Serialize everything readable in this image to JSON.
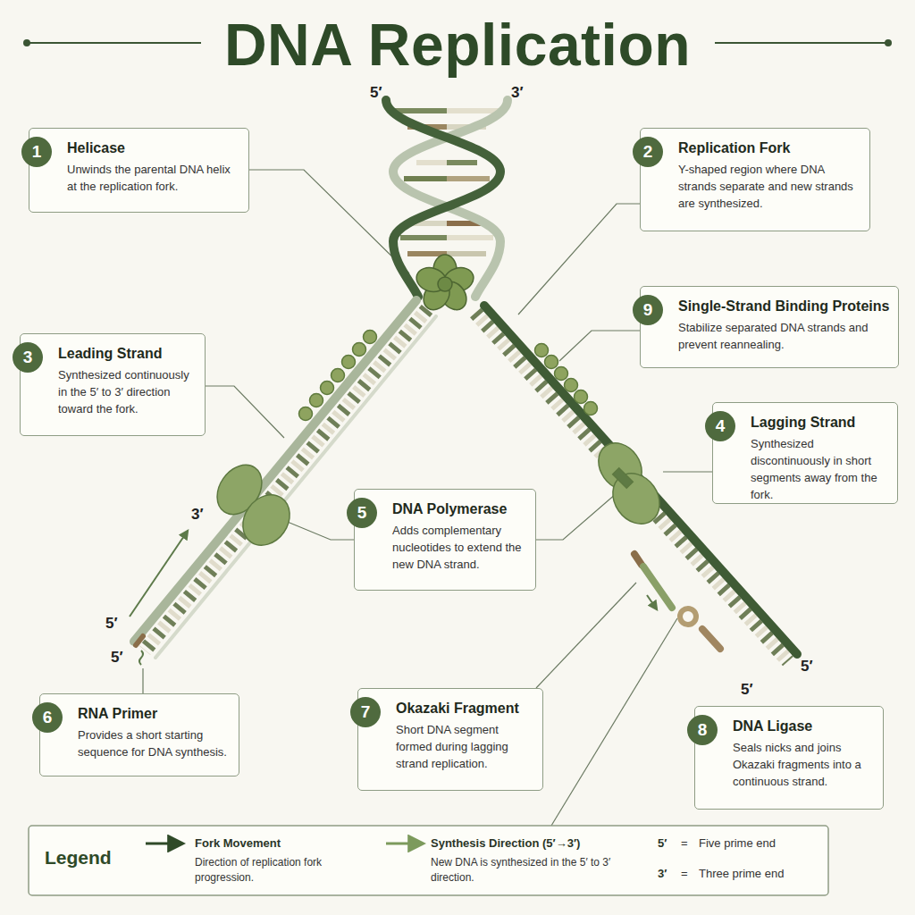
{
  "diagram": {
    "title": "DNA Replication",
    "nodes": [
      {
        "text": [
          "1",
          "Helicase",
          "Unwinds the parental DNA helix at the replication fork."
        ]
      },
      {
        "text": [
          "2",
          "Replication Fork",
          "Y-shaped region where DNA strands separate and new strands are synthesized."
        ]
      },
      {
        "text": [
          "9",
          "Single-Strand Binding Proteins",
          "Stabilize separated DNA strands and prevent reannealing."
        ]
      },
      {
        "text": [
          "3",
          "Leading Strand",
          "Synthesized continuously in the 5′ to 3′ direction toward the fork."
        ]
      },
      {
        "text": [
          "4",
          "Lagging Strand",
          "Synthesized discontinuously in short segments away from the fork."
        ]
      },
      {
        "text": [
          "5",
          "DNA Polymerase",
          "Adds complementary nucleotides to extend the new DNA strand."
        ]
      },
      {
        "text": [
          "6",
          "RNA Primer",
          "Provides a short starting sequence for DNA synthesis."
        ]
      },
      {
        "text": [
          "7",
          "Okazaki Fragment",
          "Short DNA segment formed during lagging strand replication."
        ]
      },
      {
        "text": [
          "8",
          "DNA Ligase",
          "Seals nicks and joins Okazaki fragments into a continuous strand."
        ]
      }
    ],
    "labels": [
      "5′",
      "3′",
      "3′",
      "5′",
      "5′",
      "5′",
      "5′",
      "Legend",
      "Direction of replication fork progression.",
      "New DNA is synthesized in the 5′ to 3′ direction.",
      "5′",
      "=",
      "Five prime end",
      "3′",
      "=",
      "Three prime end"
    ],
    "legend": [
      {
        "text": "Fork Movement"
      },
      {
        "text": "Synthesis Direction (5′→3′)"
      }
    ]
  }
}
